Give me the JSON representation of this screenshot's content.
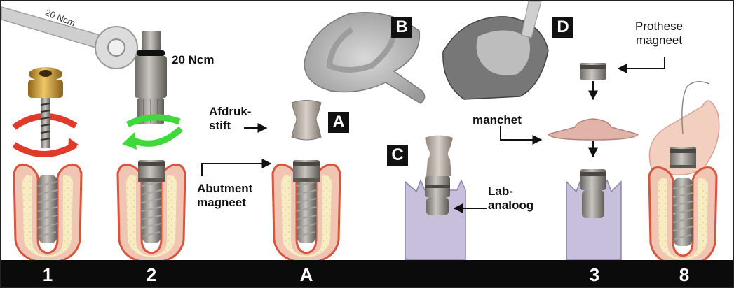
{
  "badges": {
    "a": "A",
    "b": "B",
    "c": "C",
    "d": "D"
  },
  "labels": {
    "torque": "20 Ncm",
    "wrench_torque": "20 Ncm",
    "impression_post": "Afdruk-\nstift",
    "abutment_magnet": "Abutment\nmagneet",
    "sleeve": "manchet",
    "lab_analog": "Lab-\nanaloog",
    "prosthesis_magnet": "Prothese\nmagneet"
  },
  "steps": [
    "1",
    "2",
    "A",
    "3",
    "8"
  ],
  "colors": {
    "gum": "#f1c5b3",
    "gum_edge": "#d9543b",
    "bone": "#f7ecc4",
    "bone_dot": "#e6cf83",
    "metal": "#8a8580",
    "gold": "#c9972f",
    "red_arrow": "#e23a2a",
    "green_arrow": "#3ed93a",
    "analog_block": "#c8bfdc",
    "sleeve_pink": "#e2b3a9",
    "step_bar": "#0b0b0b"
  }
}
